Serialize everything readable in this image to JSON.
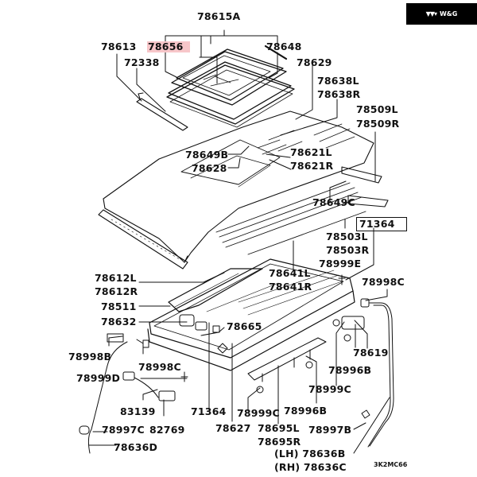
{
  "brand": {
    "logo_icon": "wv-logo-icon",
    "name": "W&G"
  },
  "diagram": {
    "title": "Sunroof assembly parts diagram",
    "code": "3K2MC66",
    "highlight_color": "#f7c6c9",
    "labels": {
      "p78615A": "78615A",
      "p78656": "78656",
      "p78648": "78648",
      "p78613": "78613",
      "p72338": "72338",
      "p78629": "78629",
      "p78638L": "78638L",
      "p78638R": "78638R",
      "p78509L": "78509L",
      "p78509R": "78509R",
      "p78649B": "78649B",
      "p78628": "78628",
      "p78621L": "78621L",
      "p78621R": "78621R",
      "p78649C": "78649C",
      "p71364_box": "71364",
      "p78503L": "78503L",
      "p78503R": "78503R",
      "p78999E": "78999E",
      "p78641L": "78641L",
      "p78641R": "78641R",
      "p78998C_r": "78998C",
      "p78612L": "78612L",
      "p78612R": "78612R",
      "p78511": "78511",
      "p78632": "78632",
      "p78665": "78665",
      "p78619": "78619",
      "p78998B": "78998B",
      "p78998C_l": "78998C",
      "p78996B_r": "78996B",
      "p78999D": "78999D",
      "p78999C_r": "78999C",
      "p83139": "83139",
      "p71364": "71364",
      "p78999C_m": "78999C",
      "p78996B_m": "78996B",
      "p78997C": "78997C",
      "p82769": "82769",
      "p78627": "78627",
      "p78695L": "78695L",
      "p78695R": "78695R",
      "p78997B": "78997B",
      "p78636D": "78636D",
      "p78636B": "(LH) 78636B",
      "p78636C": "(RH) 78636C"
    }
  }
}
